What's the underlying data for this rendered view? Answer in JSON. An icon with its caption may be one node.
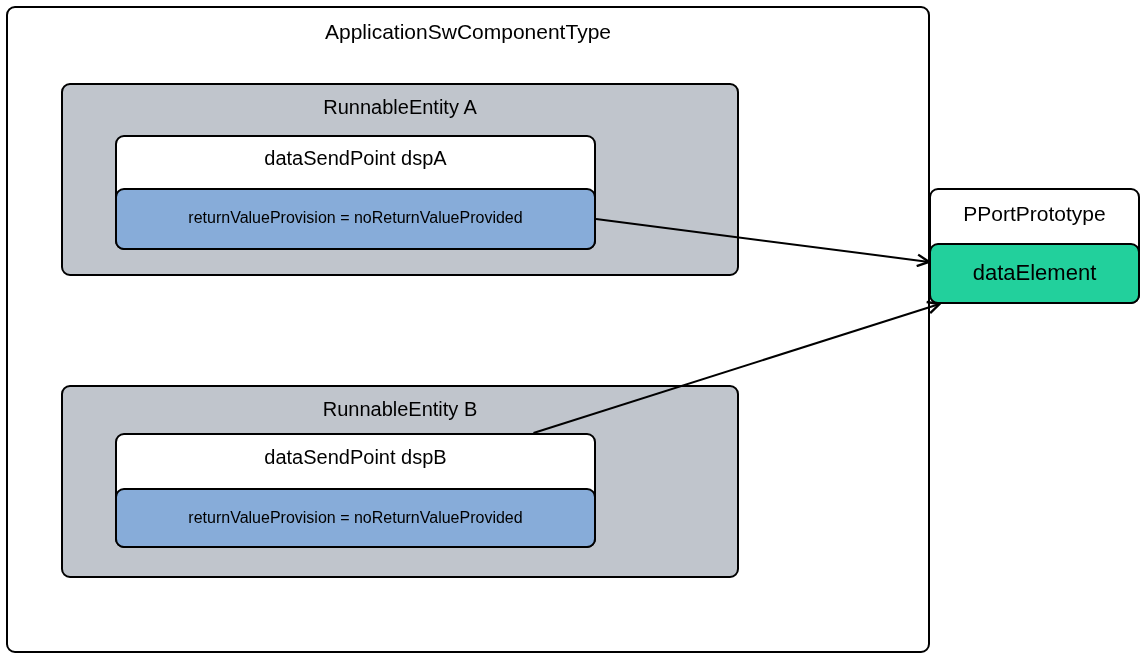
{
  "diagram": {
    "nodes": [
      {
        "text": [
          "ApplicationSwComponentType"
        ]
      },
      {
        "text": [
          "RunnableEntity A"
        ],
        "in": 0
      },
      {
        "text": [
          "dataSendPoint dspA"
        ],
        "in": 1
      },
      {
        "text": [
          "returnValueProvision = noReturnValueProvided"
        ],
        "in": 2
      },
      {
        "text": [
          "RunnableEntity B"
        ],
        "in": 0
      },
      {
        "text": [
          "dataSendPoint dspB"
        ],
        "in": 4
      },
      {
        "text": [
          "returnValueProvision = noReturnValueProvided"
        ],
        "in": 5
      },
      {
        "text": [
          "PPortPrototype"
        ]
      },
      {
        "text": [
          "dataElement"
        ],
        "in": 7
      }
    ],
    "edges": [
      {
        "from": 3,
        "to": 8,
        "arrow": "to"
      },
      {
        "from": 5,
        "to": 8,
        "arrow": "to"
      }
    ]
  }
}
